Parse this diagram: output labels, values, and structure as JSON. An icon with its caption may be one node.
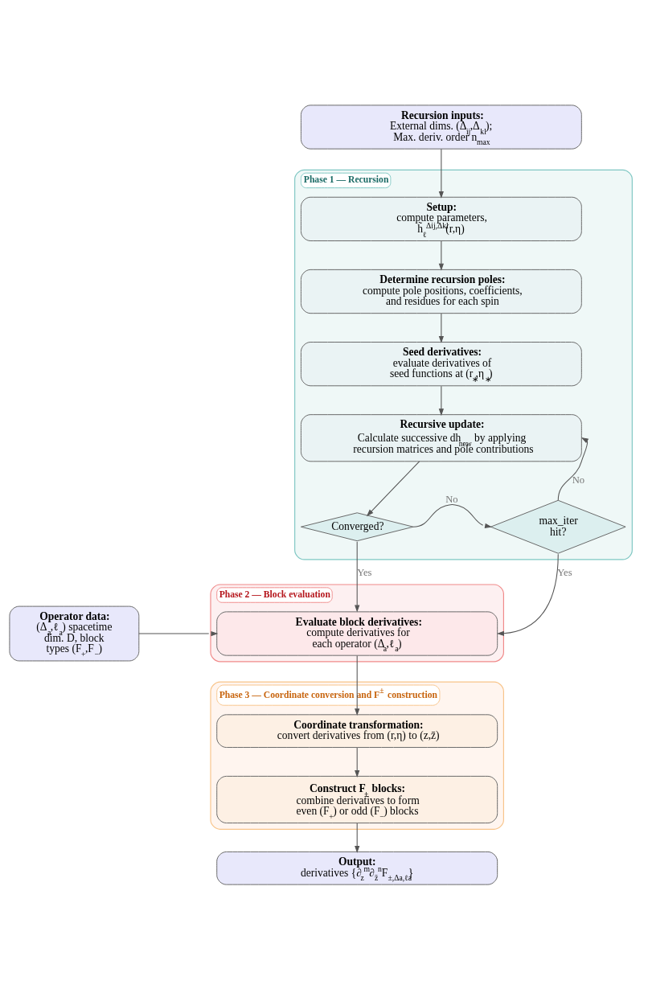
{
  "diagram": {
    "nodes": [
      {
        "text": [
          "Recursion inputs:",
          "External dims. (Δ$_{ij}$,Δ$_{kl}$); Max. deriv. order n$_{max}$"
        ]
      },
      {
        "text": [
          "Phase 1 — Recursion"
        ]
      },
      {
        "text": [
          "Setup:",
          "compute parameters, h̃$_{ℓ}$$^{Δij,Δkl}$(r,η)"
        ],
        "in": 1
      },
      {
        "text": [
          "Determine recursion poles:",
          "compute pole positions, coefficients, and residues for each spin"
        ],
        "in": 1
      },
      {
        "text": [
          "Seed derivatives:",
          "evaluate derivatives of seed functions at (r$_{∗}$,η$_{∗}$)"
        ],
        "in": 1
      },
      {
        "text": [
          "Recursive update:",
          "Calculate successive dh$_{new}$ by applying recursion matrices and pole contributions"
        ],
        "in": 1
      },
      {
        "text": [
          "Converged?"
        ],
        "in": 1
      },
      {
        "text": [
          "max_iter hit?"
        ],
        "in": 1
      },
      {
        "text": [
          "Operator data:",
          "(Δ$_{a}$,ℓ$_{a}$) spacetime dim. D, block types (F$_{+}$,F$_{−}$)"
        ]
      },
      {
        "text": [
          "Phase 2 — Block evaluation"
        ]
      },
      {
        "text": [
          "Evaluate block derivatives:",
          "compute derivatives for each operator (Δ$_{a}$,ℓ$_{a}$)"
        ],
        "in": 9
      },
      {
        "text": [
          "Phase 3 — Coordinate conversion and F$^{±}$ construction"
        ]
      },
      {
        "text": [
          "Coordinate transformation:",
          "convert derivatives from (r,η) to (z,z̄)"
        ],
        "in": 11
      },
      {
        "text": [
          "Construct F$_{±}$ blocks:",
          "combine derivatives to form even (F$_{+}$) or odd (F$_{−}$) blocks"
        ],
        "in": 11
      },
      {
        "text": [
          "Output:",
          "derivatives {∂$_{z}$$^{m}$∂$_{z̄}$$^{n}$F$_{±,Δa,ℓa}$}"
        ]
      }
    ],
    "edges": [
      {
        "from": 0,
        "to": 2,
        "arrow": "to"
      },
      {
        "from": 2,
        "to": 3,
        "arrow": "to"
      },
      {
        "from": 3,
        "to": 4,
        "arrow": "to"
      },
      {
        "from": 4,
        "to": 5,
        "arrow": "to"
      },
      {
        "from": 5,
        "to": 6,
        "arrow": "to"
      },
      {
        "from": 6,
        "to": 7,
        "arrow": "to",
        "label": "No"
      },
      {
        "from": 7,
        "to": 5,
        "arrow": "to",
        "label": "No"
      },
      {
        "from": 6,
        "to": 10,
        "arrow": "to",
        "label": "Yes"
      },
      {
        "from": 7,
        "to": 10,
        "arrow": "to",
        "label": "Yes"
      },
      {
        "from": 8,
        "to": 10,
        "arrow": "to"
      },
      {
        "from": 10,
        "to": 12,
        "arrow": "to"
      },
      {
        "from": 12,
        "to": 13,
        "arrow": "to"
      },
      {
        "from": 13,
        "to": 14,
        "arrow": "to"
      }
    ]
  }
}
